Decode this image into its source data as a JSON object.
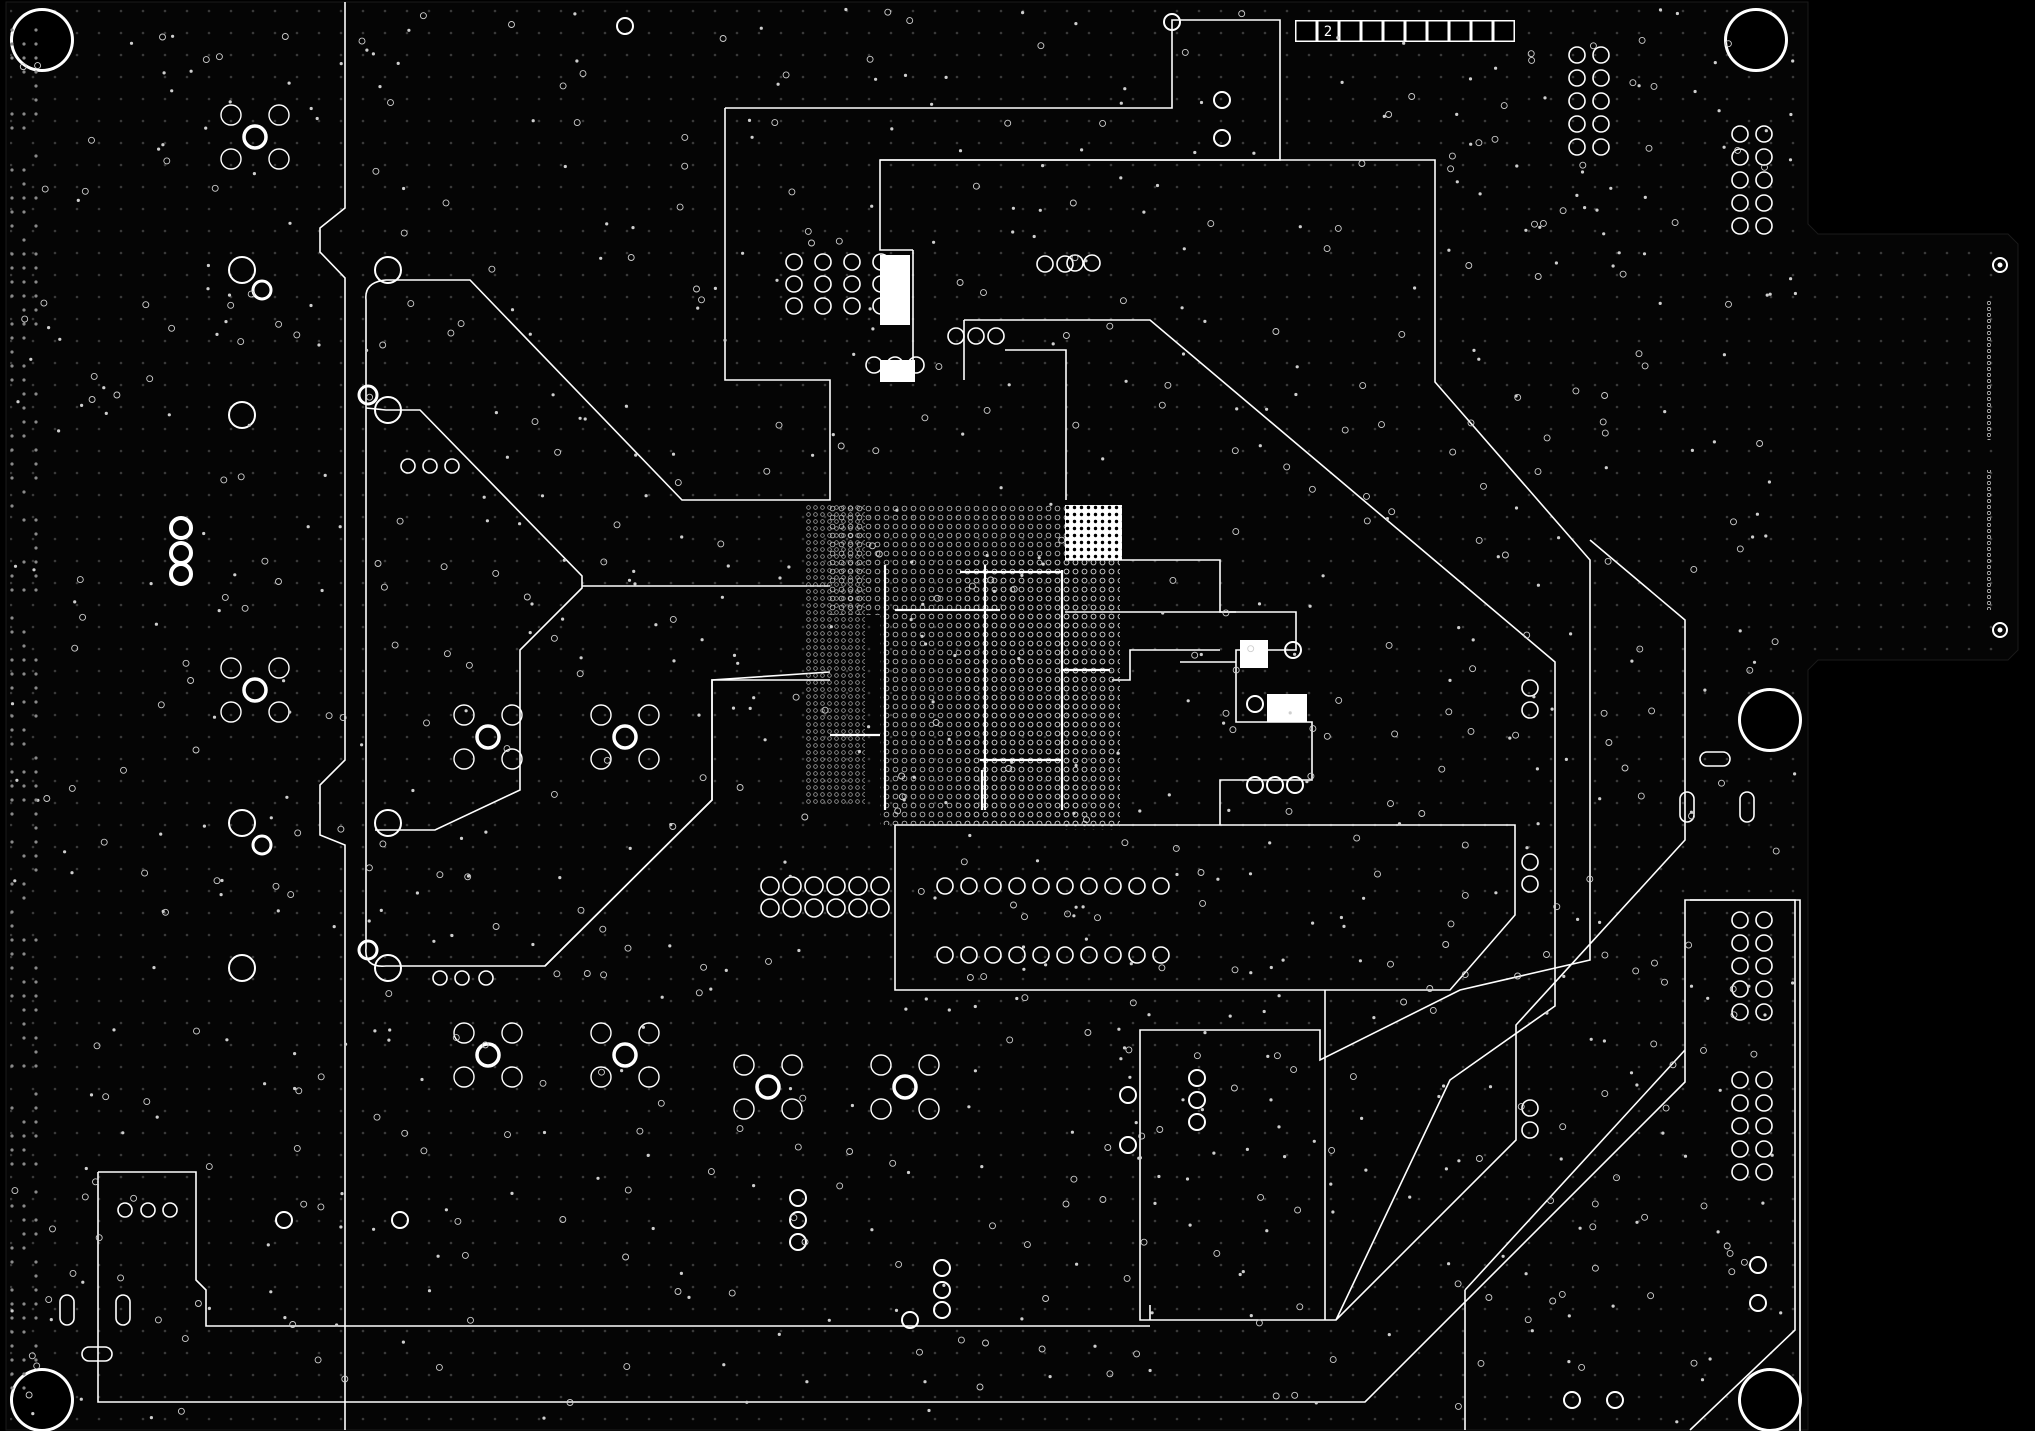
{
  "diagram": {
    "type": "pcb-layer-artwork",
    "colors": {
      "background": "#000000",
      "board": "#050505",
      "trace": "#ffffff",
      "copper": "#ffffff"
    },
    "layer_box": {
      "cells": [
        "",
        "2",
        "",
        "",
        "",
        "",
        "",
        "",
        "",
        ""
      ],
      "active_index": 1
    }
  }
}
